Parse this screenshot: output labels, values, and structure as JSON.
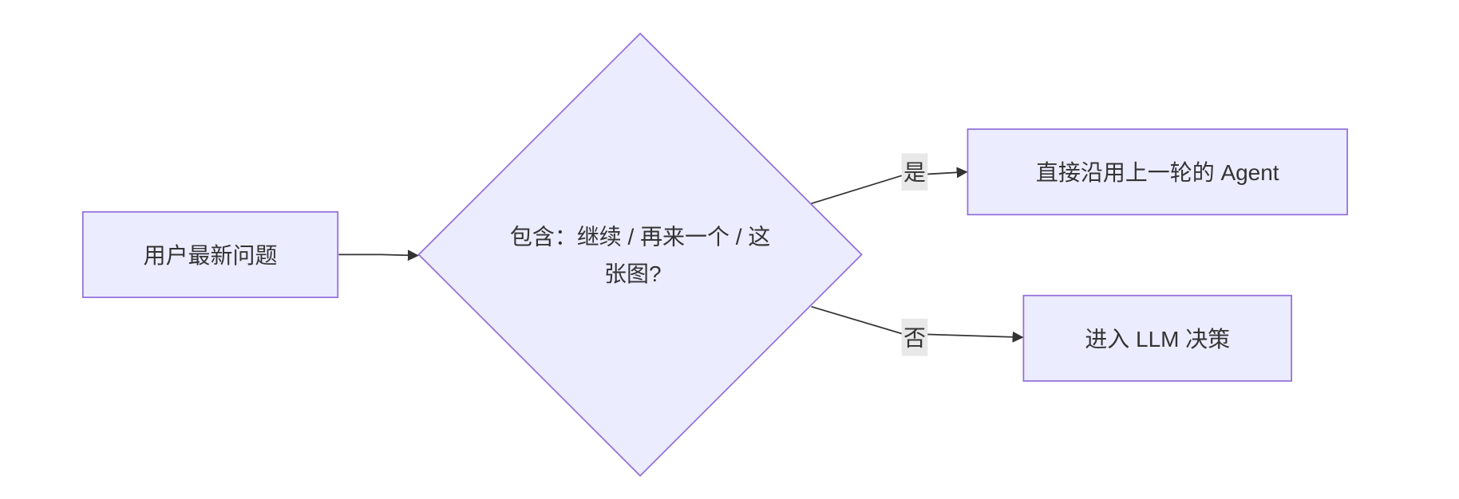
{
  "diagram": {
    "type": "flowchart",
    "colors": {
      "node_fill": "#ECECFF",
      "node_stroke": "#9370DB",
      "edge": "#333333",
      "label_bg": "#E8E8E8"
    },
    "nodes": {
      "start": "用户最新问题",
      "decision_line1": "包含：继续 / 再来一个 / 这",
      "decision_line2": "张图?",
      "yes_target": "直接沿用上一轮的 Agent",
      "no_target": "进入 LLM 决策"
    },
    "edges": {
      "yes_label": "是",
      "no_label": "否"
    }
  }
}
